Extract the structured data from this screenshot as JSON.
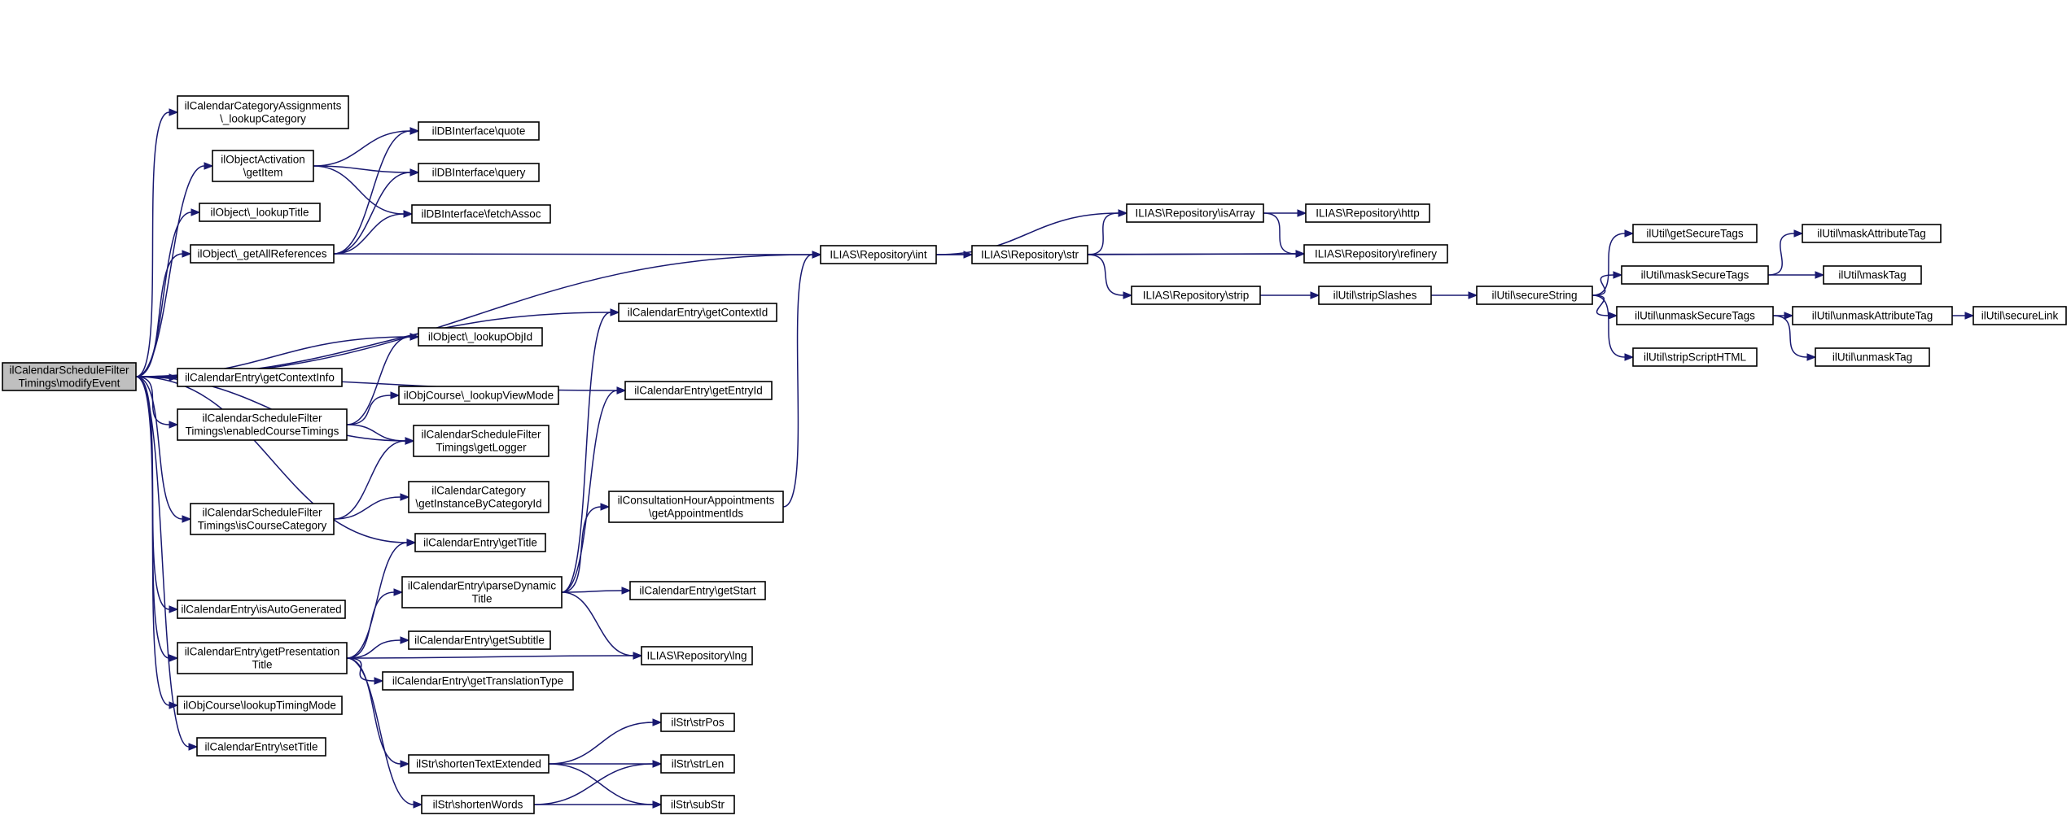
{
  "graph": {
    "nodes": [
      {
        "id": "root",
        "lines": [
          "ilCalendarScheduleFilter",
          "Timings\\modifyEvent"
        ],
        "highlighted": true
      },
      {
        "id": "lookupCategory",
        "lines": [
          "ilCalendarCategoryAssignments",
          "\\_lookupCategory"
        ]
      },
      {
        "id": "activation",
        "lines": [
          "ilObjectActivation",
          "\\getItem"
        ]
      },
      {
        "id": "lookupTitle",
        "lines": [
          "ilObject\\_lookupTitle"
        ]
      },
      {
        "id": "getAllRefs",
        "lines": [
          "ilObject\\_getAllReferences"
        ]
      },
      {
        "id": "getContextInfo",
        "lines": [
          "ilCalendarEntry\\getContextInfo"
        ]
      },
      {
        "id": "enabledCourse",
        "lines": [
          "ilCalendarScheduleFilter",
          "Timings\\enabledCourseTimings"
        ]
      },
      {
        "id": "isCourseCat",
        "lines": [
          "ilCalendarScheduleFilter",
          "Timings\\isCourseCategory"
        ]
      },
      {
        "id": "isAutoGen",
        "lines": [
          "ilCalendarEntry\\isAutoGenerated"
        ]
      },
      {
        "id": "getPresTitle",
        "lines": [
          "ilCalendarEntry\\getPresentation",
          "Title"
        ]
      },
      {
        "id": "lookupTiming",
        "lines": [
          "ilObjCourse\\lookupTimingMode"
        ]
      },
      {
        "id": "setTitle",
        "lines": [
          "ilCalendarEntry\\setTitle"
        ]
      },
      {
        "id": "dbQuote",
        "lines": [
          "ilDBInterface\\quote"
        ]
      },
      {
        "id": "dbQuery",
        "lines": [
          "ilDBInterface\\query"
        ]
      },
      {
        "id": "dbFetch",
        "lines": [
          "ilDBInterface\\fetchAssoc"
        ]
      },
      {
        "id": "lookupObjId",
        "lines": [
          "ilObject\\_lookupObjId"
        ]
      },
      {
        "id": "lookupViewMode",
        "lines": [
          "ilObjCourse\\_lookupViewMode"
        ]
      },
      {
        "id": "getLogger",
        "lines": [
          "ilCalendarScheduleFilter",
          "Timings\\getLogger"
        ]
      },
      {
        "id": "getInstance",
        "lines": [
          "ilCalendarCategory",
          "\\getInstanceByCategoryId"
        ]
      },
      {
        "id": "getTitle",
        "lines": [
          "ilCalendarEntry\\getTitle"
        ]
      },
      {
        "id": "parseDyn",
        "lines": [
          "ilCalendarEntry\\parseDynamic",
          "Title"
        ]
      },
      {
        "id": "getSubtitle",
        "lines": [
          "ilCalendarEntry\\getSubtitle"
        ]
      },
      {
        "id": "getTransType",
        "lines": [
          "ilCalendarEntry\\getTranslationType"
        ]
      },
      {
        "id": "shortenExt",
        "lines": [
          "ilStr\\shortenTextExtended"
        ]
      },
      {
        "id": "shortenWords",
        "lines": [
          "ilStr\\shortenWords"
        ]
      },
      {
        "id": "getContextId",
        "lines": [
          "ilCalendarEntry\\getContextId"
        ]
      },
      {
        "id": "getEntryId",
        "lines": [
          "ilCalendarEntry\\getEntryId"
        ]
      },
      {
        "id": "consultation",
        "lines": [
          "ilConsultationHourAppointments",
          "\\getAppointmentIds"
        ]
      },
      {
        "id": "getStart",
        "lines": [
          "ilCalendarEntry\\getStart"
        ]
      },
      {
        "id": "lng",
        "lines": [
          "ILIAS\\Repository\\lng"
        ]
      },
      {
        "id": "strPos",
        "lines": [
          "ilStr\\strPos"
        ]
      },
      {
        "id": "strLen",
        "lines": [
          "ilStr\\strLen"
        ]
      },
      {
        "id": "subStr",
        "lines": [
          "ilStr\\subStr"
        ]
      },
      {
        "id": "repoInt",
        "lines": [
          "ILIAS\\Repository\\int"
        ]
      },
      {
        "id": "repoStr",
        "lines": [
          "ILIAS\\Repository\\str"
        ]
      },
      {
        "id": "isArray",
        "lines": [
          "ILIAS\\Repository\\isArray"
        ]
      },
      {
        "id": "refinery",
        "lines": [
          "ILIAS\\Repository\\refinery"
        ]
      },
      {
        "id": "strip",
        "lines": [
          "ILIAS\\Repository\\strip"
        ]
      },
      {
        "id": "http",
        "lines": [
          "ILIAS\\Repository\\http"
        ]
      },
      {
        "id": "stripSlashes",
        "lines": [
          "ilUtil\\stripSlashes"
        ]
      },
      {
        "id": "secureString",
        "lines": [
          "ilUtil\\secureString"
        ]
      },
      {
        "id": "getSecureTags",
        "lines": [
          "ilUtil\\getSecureTags"
        ]
      },
      {
        "id": "maskSecureTags",
        "lines": [
          "ilUtil\\maskSecureTags"
        ]
      },
      {
        "id": "unmaskSecureTags",
        "lines": [
          "ilUtil\\unmaskSecureTags"
        ]
      },
      {
        "id": "stripScript",
        "lines": [
          "ilUtil\\stripScriptHTML"
        ]
      },
      {
        "id": "maskAttrTag",
        "lines": [
          "ilUtil\\maskAttributeTag"
        ]
      },
      {
        "id": "maskTag",
        "lines": [
          "ilUtil\\maskTag"
        ]
      },
      {
        "id": "unmaskAttrTag",
        "lines": [
          "ilUtil\\unmaskAttributeTag"
        ]
      },
      {
        "id": "unmaskTag",
        "lines": [
          "ilUtil\\unmaskTag"
        ]
      },
      {
        "id": "secureLink",
        "lines": [
          "ilUtil\\secureLink"
        ]
      }
    ],
    "edges": [
      [
        "root",
        "lookupCategory"
      ],
      [
        "root",
        "activation"
      ],
      [
        "root",
        "lookupTitle"
      ],
      [
        "root",
        "getAllRefs"
      ],
      [
        "root",
        "getContextInfo"
      ],
      [
        "root",
        "enabledCourse"
      ],
      [
        "root",
        "isCourseCat"
      ],
      [
        "root",
        "isAutoGen"
      ],
      [
        "root",
        "getPresTitle"
      ],
      [
        "root",
        "lookupTiming"
      ],
      [
        "root",
        "setTitle"
      ],
      [
        "root",
        "repoInt"
      ],
      [
        "root",
        "getContextId"
      ],
      [
        "root",
        "lookupObjId"
      ],
      [
        "root",
        "getEntryId"
      ],
      [
        "root",
        "getLogger"
      ],
      [
        "root",
        "getTitle"
      ],
      [
        "activation",
        "dbQuote"
      ],
      [
        "activation",
        "dbQuery"
      ],
      [
        "activation",
        "dbFetch"
      ],
      [
        "getAllRefs",
        "dbQuote"
      ],
      [
        "getAllRefs",
        "dbQuery"
      ],
      [
        "getAllRefs",
        "dbFetch"
      ],
      [
        "getAllRefs",
        "repoInt"
      ],
      [
        "enabledCourse",
        "lookupObjId"
      ],
      [
        "enabledCourse",
        "lookupViewMode"
      ],
      [
        "enabledCourse",
        "getLogger"
      ],
      [
        "isCourseCat",
        "getLogger"
      ],
      [
        "isCourseCat",
        "getInstance"
      ],
      [
        "getPresTitle",
        "getTitle"
      ],
      [
        "getPresTitle",
        "parseDyn"
      ],
      [
        "getPresTitle",
        "getSubtitle"
      ],
      [
        "getPresTitle",
        "getTransType"
      ],
      [
        "getPresTitle",
        "lng"
      ],
      [
        "getPresTitle",
        "shortenExt"
      ],
      [
        "getPresTitle",
        "shortenWords"
      ],
      [
        "parseDyn",
        "getContextId"
      ],
      [
        "parseDyn",
        "getEntryId"
      ],
      [
        "parseDyn",
        "consultation"
      ],
      [
        "parseDyn",
        "getStart"
      ],
      [
        "parseDyn",
        "lng"
      ],
      [
        "consultation",
        "repoInt"
      ],
      [
        "shortenExt",
        "strPos"
      ],
      [
        "shortenExt",
        "strLen"
      ],
      [
        "shortenExt",
        "subStr"
      ],
      [
        "shortenWords",
        "strLen"
      ],
      [
        "shortenWords",
        "subStr"
      ],
      [
        "repoInt",
        "repoStr"
      ],
      [
        "repoInt",
        "isArray"
      ],
      [
        "repoInt",
        "refinery"
      ],
      [
        "repoStr",
        "isArray"
      ],
      [
        "repoStr",
        "refinery"
      ],
      [
        "repoStr",
        "strip"
      ],
      [
        "isArray",
        "http"
      ],
      [
        "isArray",
        "refinery"
      ],
      [
        "strip",
        "stripSlashes"
      ],
      [
        "stripSlashes",
        "secureString"
      ],
      [
        "secureString",
        "getSecureTags"
      ],
      [
        "secureString",
        "maskSecureTags"
      ],
      [
        "secureString",
        "unmaskSecureTags"
      ],
      [
        "secureString",
        "stripScript"
      ],
      [
        "maskSecureTags",
        "maskAttrTag"
      ],
      [
        "maskSecureTags",
        "maskTag"
      ],
      [
        "unmaskSecureTags",
        "unmaskAttrTag"
      ],
      [
        "unmaskSecureTags",
        "unmaskTag"
      ],
      [
        "unmaskAttrTag",
        "secureLink"
      ]
    ]
  }
}
